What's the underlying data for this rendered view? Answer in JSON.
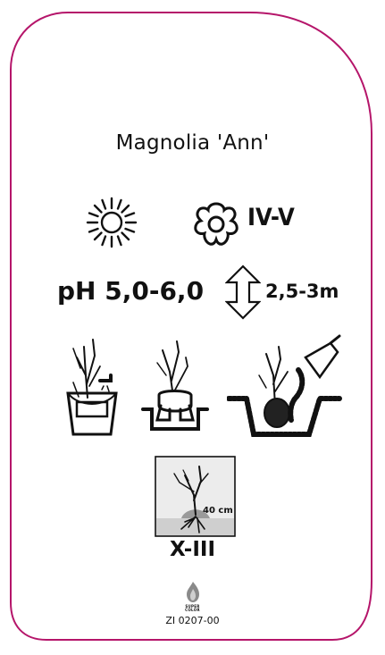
{
  "label": {
    "plant_name": "Magnolia 'Ann'",
    "flowering_period": "IV-V",
    "soil_ph": "pH 5,0-6,0",
    "mature_height": "2,5-3m",
    "hardiness_zone": "X-III",
    "planting_depth": "40 cm",
    "brand_text_top": "SUPER",
    "brand_text_bottom": "COLOR",
    "product_code": "ZI 0207-00"
  },
  "colors": {
    "border": "#b5156a",
    "ink": "#111111",
    "depth_panel_bg": "#e6e6e6",
    "soil": "#c8c8c8"
  },
  "icons": [
    "sun-icon",
    "flower-icon",
    "height-arrow-icon",
    "watering-icon",
    "planting-hole-icon",
    "soil-fill-icon",
    "depth-panel-icon",
    "brand-flame-icon"
  ]
}
